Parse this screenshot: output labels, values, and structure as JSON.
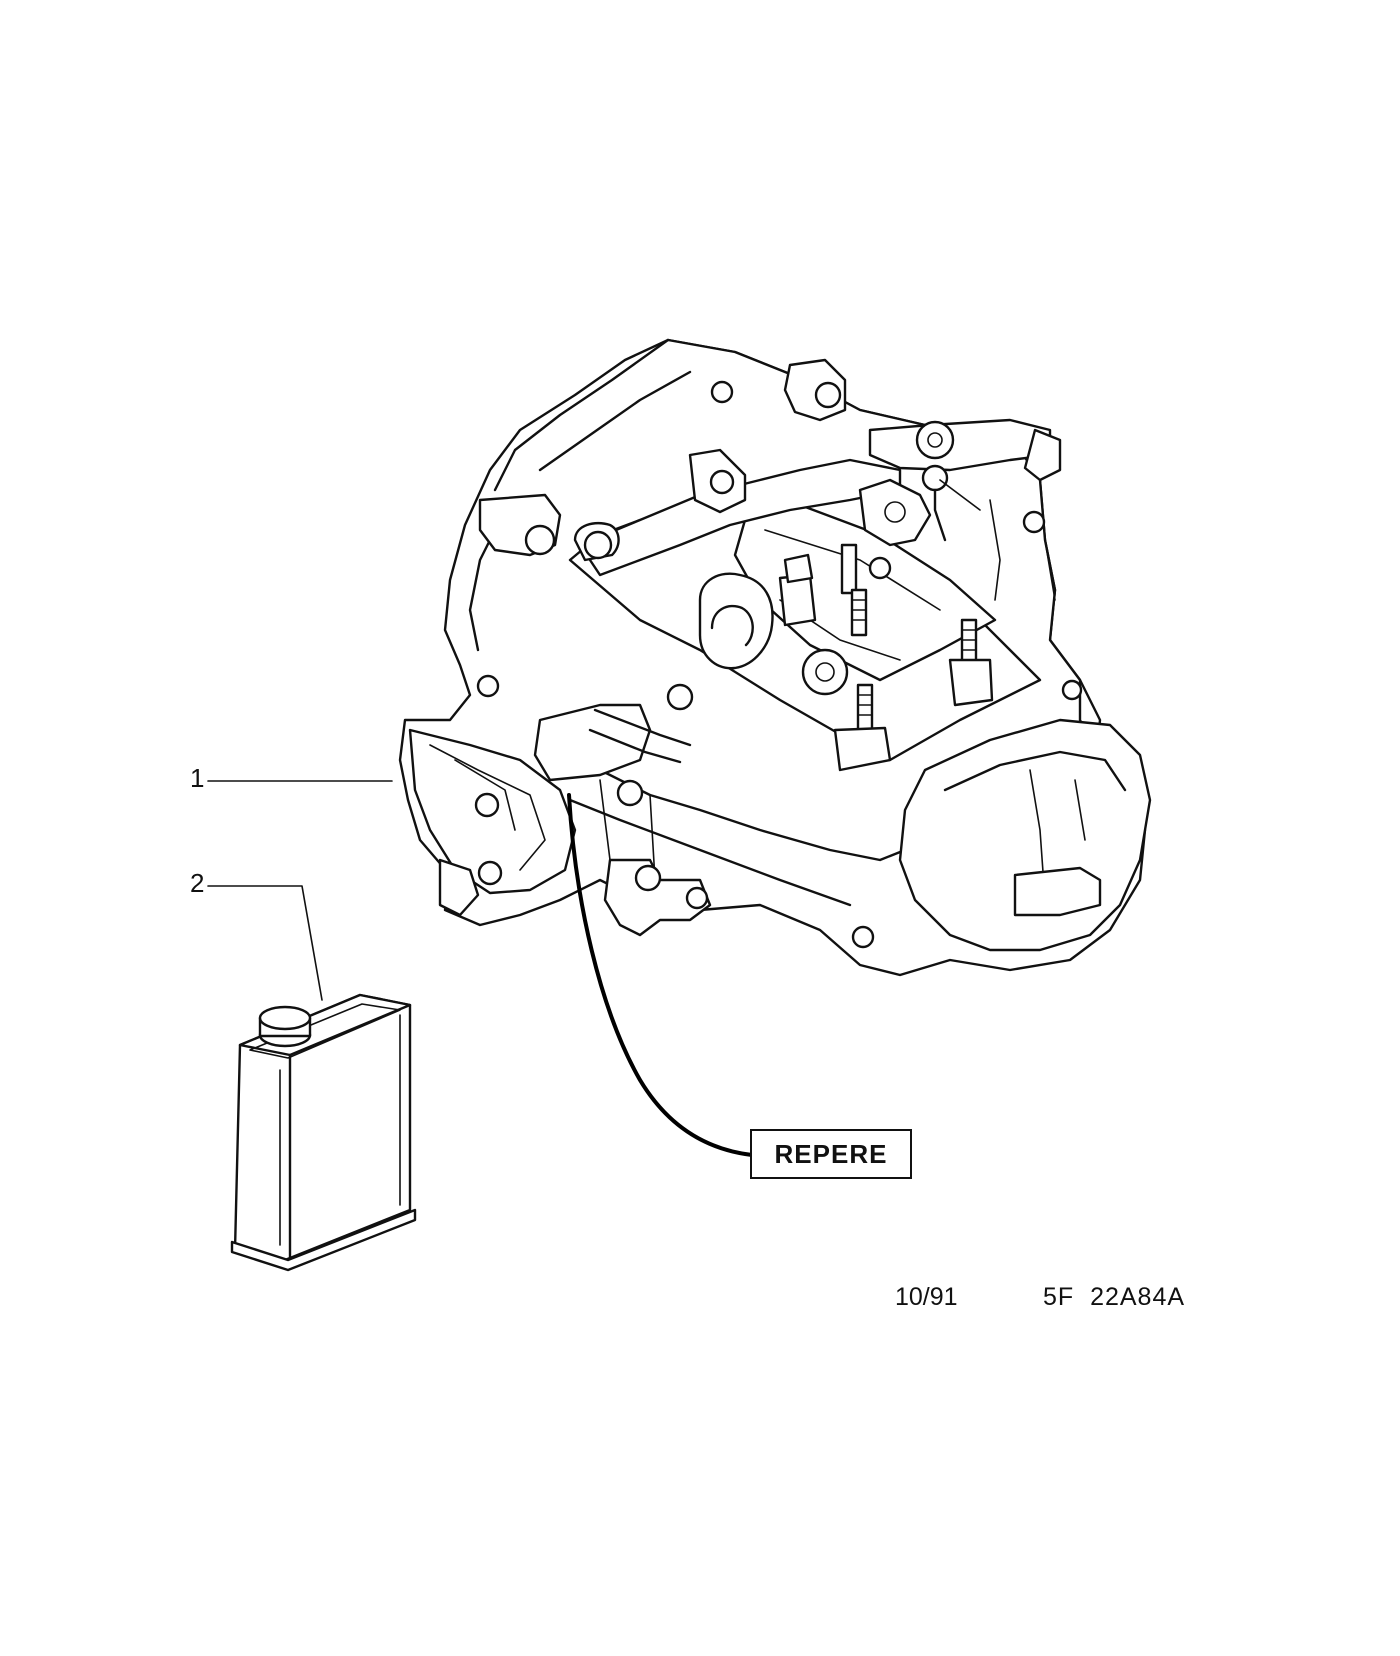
{
  "callouts": [
    {
      "number": "1"
    },
    {
      "number": "2"
    }
  ],
  "marker_label": "REPERE",
  "footer": {
    "date": "10/91",
    "reference": "5F  22A84A"
  },
  "icons": {
    "gearbox": "gearbox-illustration-icon",
    "oil_can": "oil-can-icon"
  }
}
